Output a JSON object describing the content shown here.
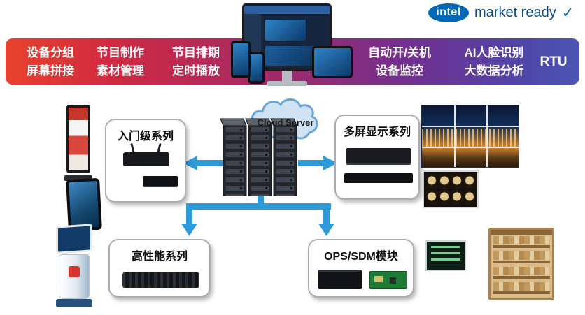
{
  "header": {
    "intel_logo": "intel",
    "market_ready": "market ready",
    "check": "✓"
  },
  "banner": {
    "features": [
      {
        "line1": "设备分组",
        "line2": "屏幕拼接"
      },
      {
        "line1": "节目制作",
        "line2": "素材管理"
      },
      {
        "line1": "节目排期",
        "line2": "定时播放"
      },
      {
        "line1": "自动开/关机",
        "line2": "设备监控"
      },
      {
        "line1": "AI人脸识别",
        "line2": "大数据分析"
      },
      {
        "line1": "RTU",
        "line2": ""
      }
    ]
  },
  "center": {
    "cloud_label": "Cloud Server"
  },
  "series": {
    "entry": {
      "label": "入门级系列"
    },
    "multiscreen": {
      "label": "多屏显示系列"
    },
    "performance": {
      "label": "高性能系列"
    },
    "ops_sdm": {
      "label": "OPS/SDM模块"
    }
  },
  "colors": {
    "arrow": "#2e9ad8",
    "banner_gradient_start": "#e8432d",
    "banner_gradient_mid": "#a62a63",
    "banner_gradient_end": "#4a55b4",
    "intel_blue": "#0068b5"
  }
}
